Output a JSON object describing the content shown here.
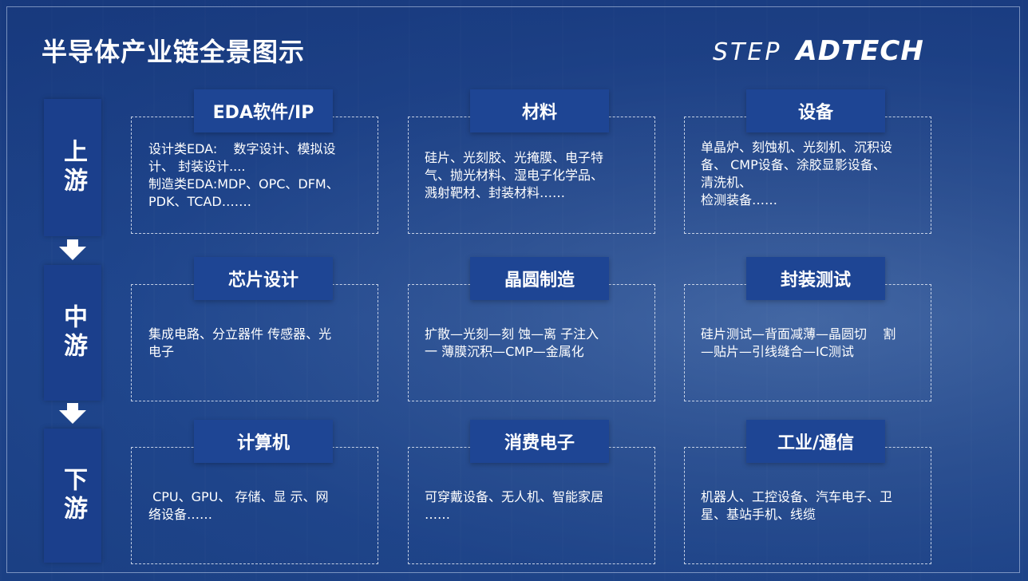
{
  "title": "半导体产业链全景图示",
  "logo": {
    "part1": "STEP",
    "part2": "ADTECH"
  },
  "stages": [
    {
      "label": "上游"
    },
    {
      "label": "中游"
    },
    {
      "label": "下游"
    }
  ],
  "rows": [
    {
      "cards": [
        {
          "title": "EDA软件/IP",
          "text": "设计类EDA:    数字设计、模拟设\n计、 封装设计....\n制造类EDA:MDP、OPC、DFM、\nPDK、TCAD……."
        },
        {
          "title": "材料",
          "text": "硅片、光刻胶、光掩膜、电子特\n气、抛光材料、湿电子化学品、\n溅射靶材、封装材料……"
        },
        {
          "title": "设备",
          "text": "单晶炉、刻蚀机、光刻机、沉积设\n备、 CMP设备、涂胶显影设备、\n清洗机、\n检测装备……"
        }
      ]
    },
    {
      "cards": [
        {
          "title": "芯片设计",
          "text": "集成电路、分立器件 传感器、光\n电子"
        },
        {
          "title": "晶圆制造",
          "text": "扩散—光刻—刻 蚀—离 子注入\n一 薄膜沉积—CMP—金属化"
        },
        {
          "title": "封装测试",
          "text": "硅片测试—背面减薄—晶圆切    割\n—贴片—引线缝合—IC测试"
        }
      ]
    },
    {
      "cards": [
        {
          "title": "计算机",
          "text": " CPU、GPU、 存储、显 示、网\n络设备……"
        },
        {
          "title": "消费电子",
          "text": "可穿戴设备、无人机、智能家居\n……"
        },
        {
          "title": "工业/通信",
          "text": "机器人、工控设备、汽车电子、卫\n星、基站手机、线缆"
        }
      ]
    }
  ]
}
